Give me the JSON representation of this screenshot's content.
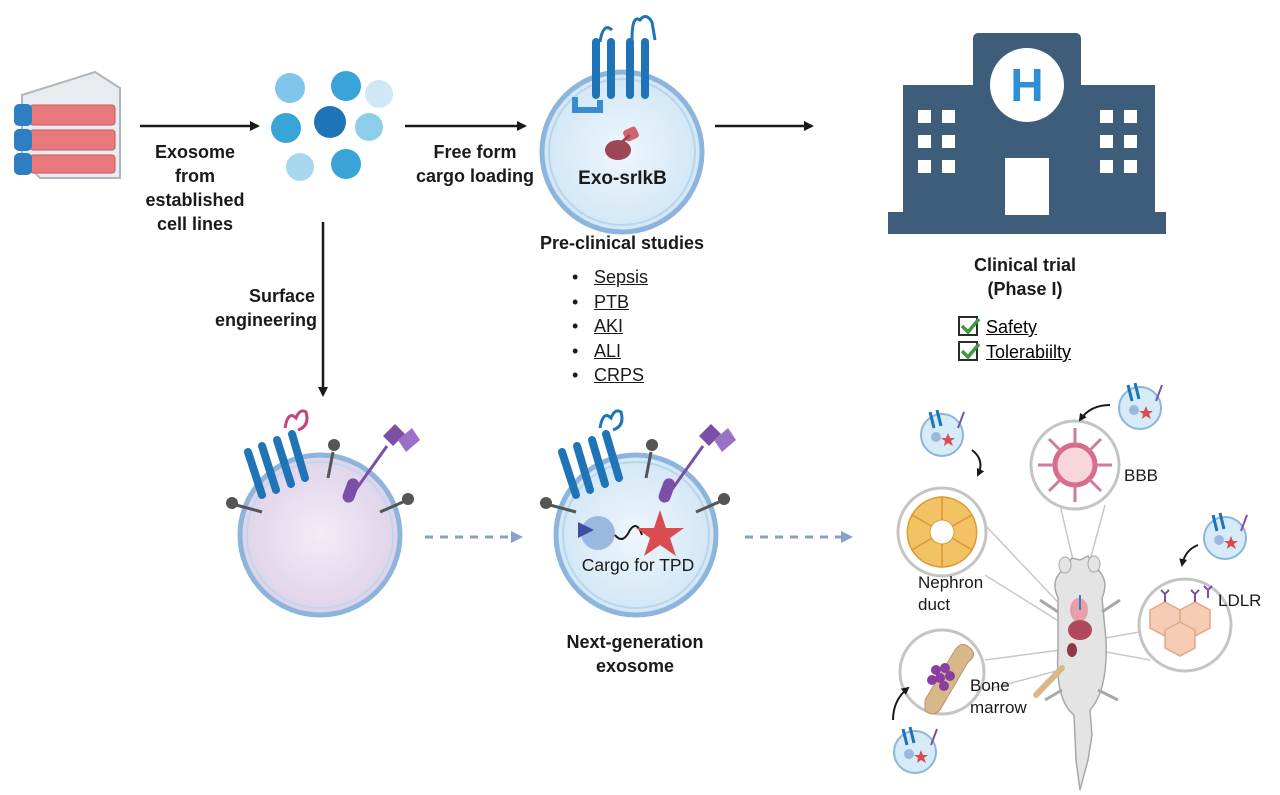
{
  "labels": {
    "exosome_source": [
      "Exosome",
      "from",
      "established",
      "cell lines"
    ],
    "cargo_loading": [
      "Free form",
      "cargo loading"
    ],
    "surface_engineering": [
      "Surface",
      "engineering"
    ],
    "exo_name": "Exo-srIkB",
    "preclinical_title": "Pre-clinical studies",
    "preclinical_items": [
      "Sepsis",
      "PTB",
      "AKI",
      "ALI",
      "CRPS"
    ],
    "clinical_title": [
      "Clinical trial",
      "(Phase I)"
    ],
    "clinical_checks": [
      "Safety",
      "Tolerabiilty"
    ],
    "hospital_letter": "H",
    "cargo_tpd": "Cargo for TPD",
    "next_gen": [
      "Next-generation",
      "exosome"
    ],
    "targets": {
      "bbb": "BBB",
      "nephron": [
        "Nephron",
        "duct"
      ],
      "ldlr": "LDLR",
      "bone": [
        "Bone",
        "marrow"
      ]
    }
  },
  "colors": {
    "flask_red": "#e8797d",
    "exosome_blue": "#3aa3d8",
    "vesicle_fill": "#d6ebf8",
    "vesicle_border": "#8db5dc",
    "next_gen_fill": "#e9ddf0",
    "receptor_blue": "#1f73b7",
    "receptor_purple": "#7b4fa8",
    "hospital": "#3e5d7a",
    "check_green": "#3d9a42",
    "cargo_red": "#d84c52",
    "arrow_dash": "#8a9fc9",
    "bone": "#d8b88a",
    "marrow_purple": "#8a3fa0"
  }
}
